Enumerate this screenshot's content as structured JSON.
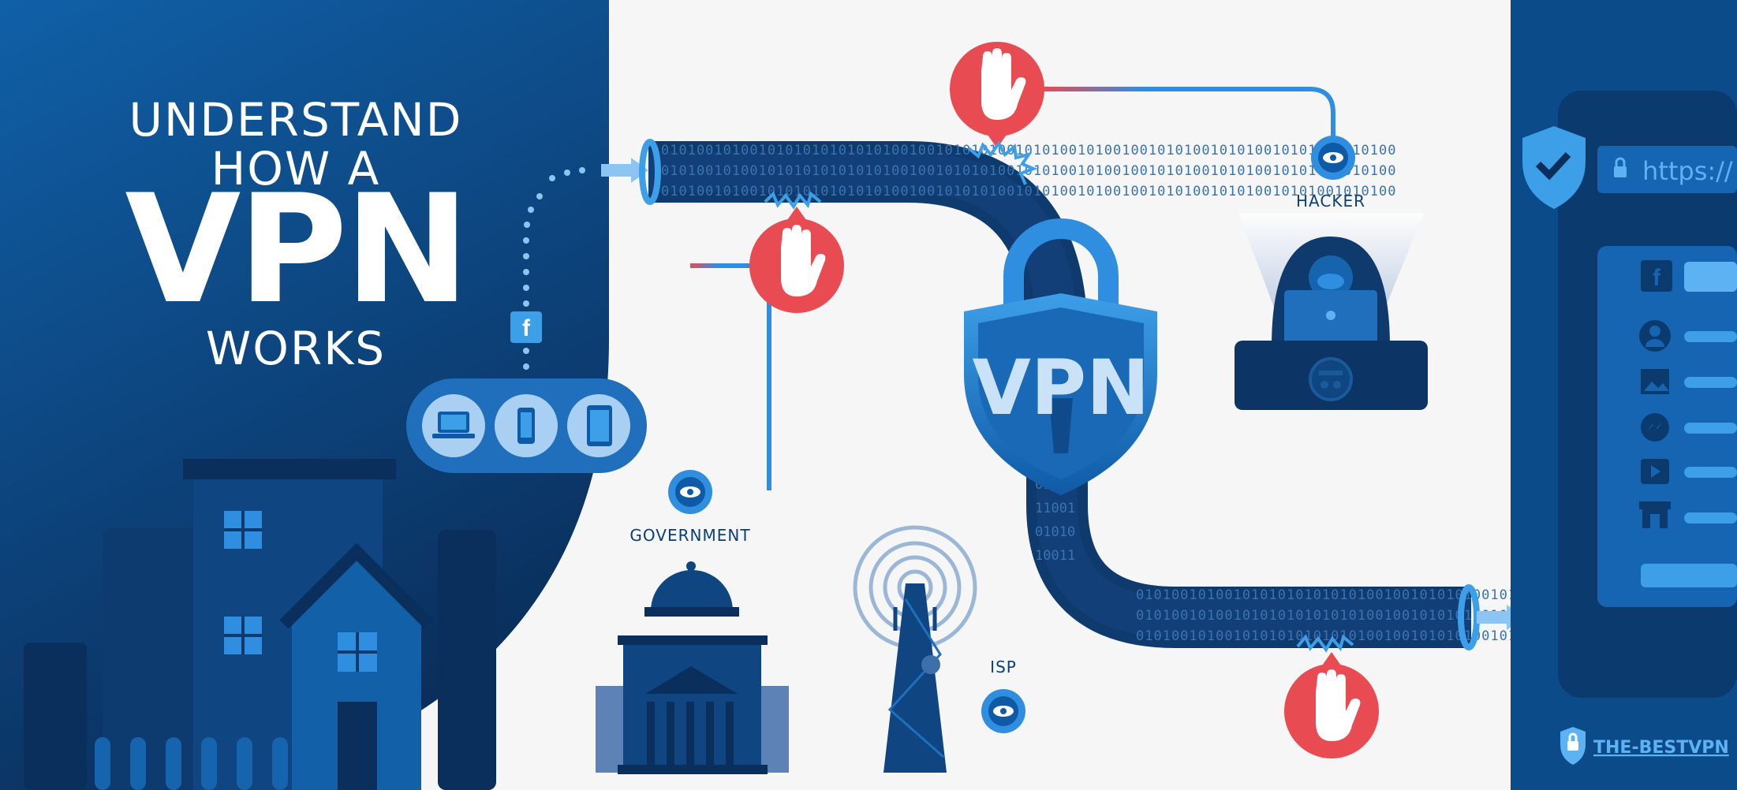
{
  "headline": {
    "line1": "UNDERSTAND",
    "line2": "HOW A",
    "line3": "VPN",
    "line4": "WORKS"
  },
  "shield_label": "VPN",
  "labels": {
    "hacker": "HACKER",
    "government": "GOVERNMENT",
    "isp": "ISP"
  },
  "browser": {
    "url_text": "https://"
  },
  "brand": "THE-BESTVPN",
  "tunnel_binary_text": "01010010100101010101010101001001010101001010100101001001010100101010010101001010100",
  "icons": [
    "facebook-icon",
    "laptop-icon",
    "phone-icon",
    "tablet-icon",
    "stop-hand-icon",
    "eye-icon",
    "padlock-icon",
    "check-shield-icon",
    "lock-icon",
    "user-icon",
    "image-icon",
    "messenger-icon",
    "play-icon",
    "shop-icon"
  ],
  "colors": {
    "dark_blue": "#0c4b8a",
    "navy": "#0a2f5c",
    "accent_blue": "#2f8ee0",
    "stop_red": "#e94b53",
    "background": "#f6f6f6"
  }
}
